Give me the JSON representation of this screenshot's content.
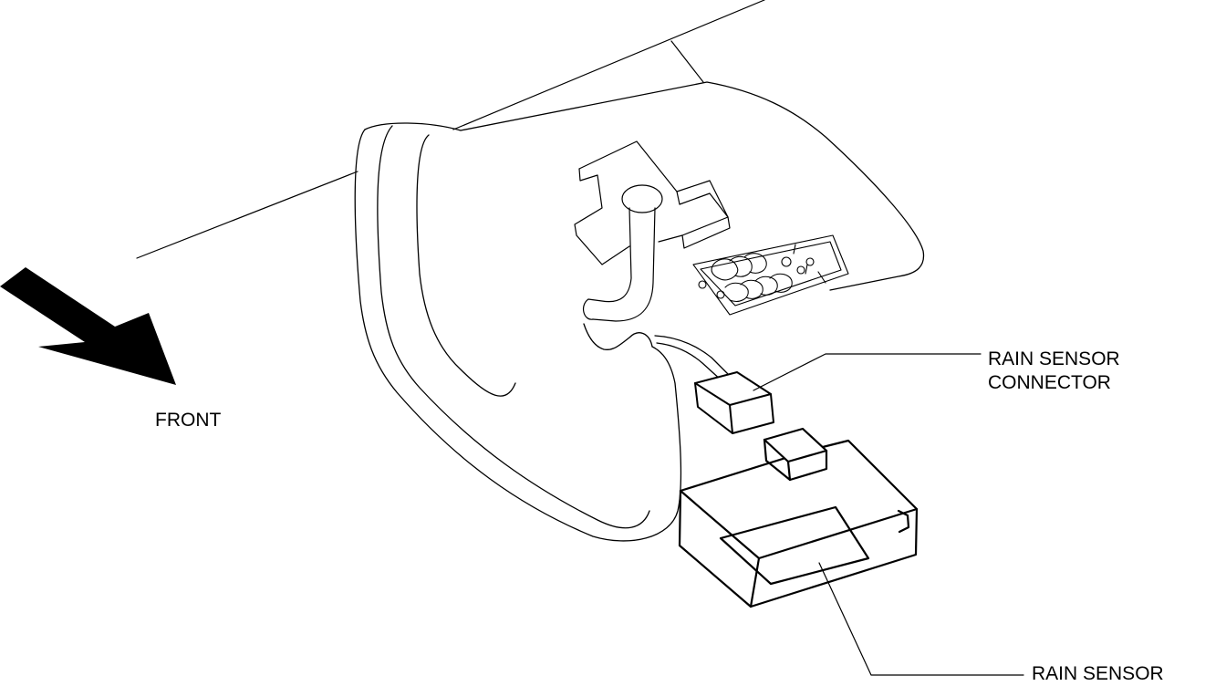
{
  "labels": {
    "front": "FRONT",
    "rain_sensor_connector_line1": "RAIN SENSOR",
    "rain_sensor_connector_line2": "CONNECTOR",
    "rain_sensor": "RAIN SENSOR"
  },
  "colors": {
    "ink": "#000000",
    "paper": "#ffffff"
  },
  "icons": {
    "direction_arrow": "front-arrow-icon"
  }
}
